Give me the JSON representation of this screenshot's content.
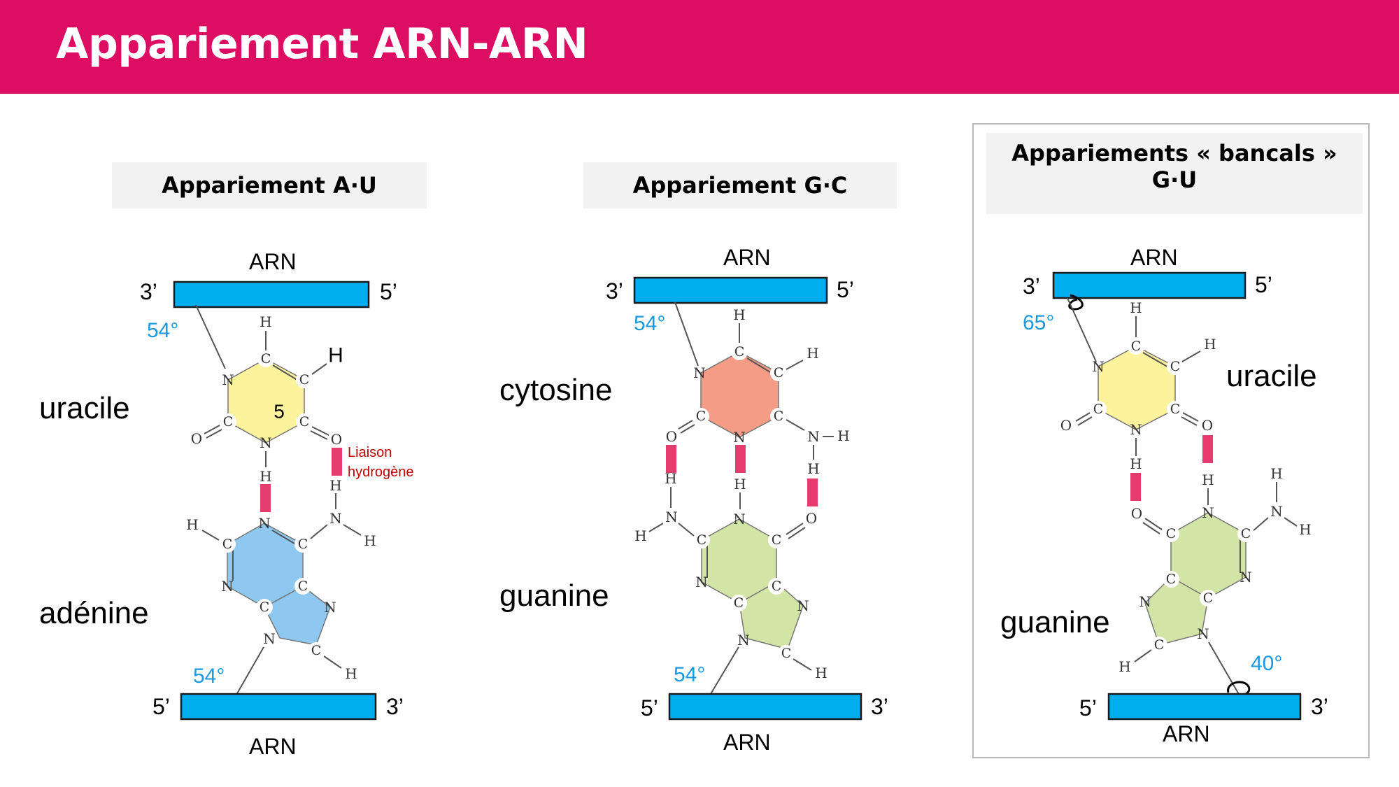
{
  "title": "Appariement ARN-ARN",
  "panels": {
    "au": {
      "label": "Appariement A·U",
      "top_strand": "ARN",
      "top_left": "3’",
      "top_right": "5’",
      "top_angle": "54°",
      "base_top": "uracile",
      "ring_number": "5",
      "hbond_legend_1": "Liaison",
      "hbond_legend_2": "hydrogène",
      "base_bottom": "adénine",
      "bottom_angle": "54°",
      "bottom_strand": "ARN",
      "bottom_left": "5’",
      "bottom_right": "3’"
    },
    "gc": {
      "label": "Appariement G·C",
      "top_strand": "ARN",
      "top_left": "3’",
      "top_right": "5’",
      "top_angle": "54°",
      "base_top": "cytosine",
      "base_bottom": "guanine",
      "bottom_angle": "54°",
      "bottom_strand": "ARN",
      "bottom_left": "5’",
      "bottom_right": "3’"
    },
    "gu": {
      "label": "Appariements « bancals » G·U",
      "top_strand": "ARN",
      "top_left": "3’",
      "top_right": "5’",
      "top_angle": "65°",
      "base_top": "uracile",
      "base_bottom": "guanine",
      "bottom_angle": "40°",
      "bottom_strand": "ARN",
      "bottom_left": "5’",
      "bottom_right": "3’"
    }
  },
  "colors": {
    "header": "#dc0d62",
    "strand": "#00aeef",
    "angle": "#1a9ae0",
    "uracil": "#fcf39c",
    "adenine": "#8ec8f0",
    "cytosine": "#f49c86",
    "guanine": "#d2e4a6",
    "hydrogen_bond": "#e63b6e"
  },
  "atoms": {
    "C": "C",
    "N": "N",
    "O": "O",
    "H": "H"
  }
}
